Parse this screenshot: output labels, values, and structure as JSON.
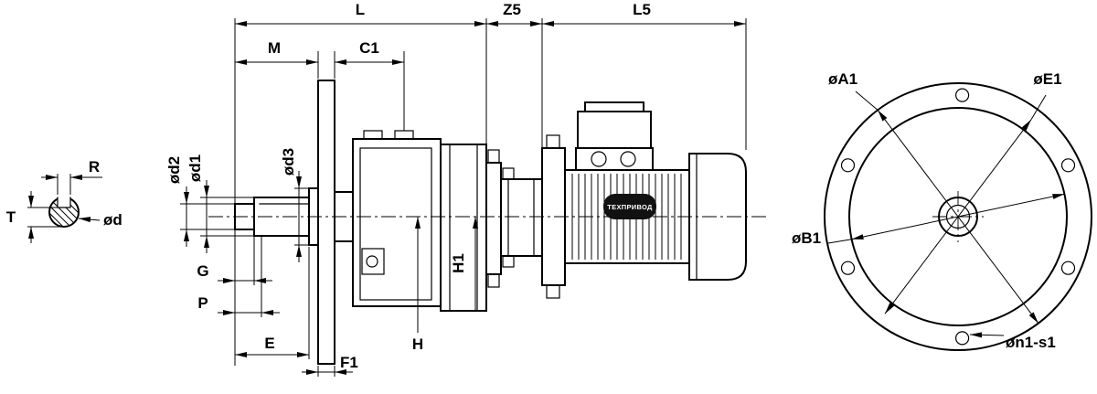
{
  "labels": {
    "R": "R",
    "T": "T",
    "d": "ød",
    "d1": "ød1",
    "d2": "ød2",
    "d3": "ød3",
    "L": "L",
    "Z5": "Z5",
    "L5": "L5",
    "M": "M",
    "C1": "C1",
    "G": "G",
    "P": "P",
    "E": "E",
    "F1": "F1",
    "H": "H",
    "H1": "H1",
    "A1": "øA1",
    "E1": "øE1",
    "B1": "øB1",
    "n1s1": "øn1-s1"
  },
  "brand": "ТЕХПРИВОД",
  "colors": {
    "line": "#000000",
    "background": "#ffffff",
    "badge": "#111111"
  }
}
